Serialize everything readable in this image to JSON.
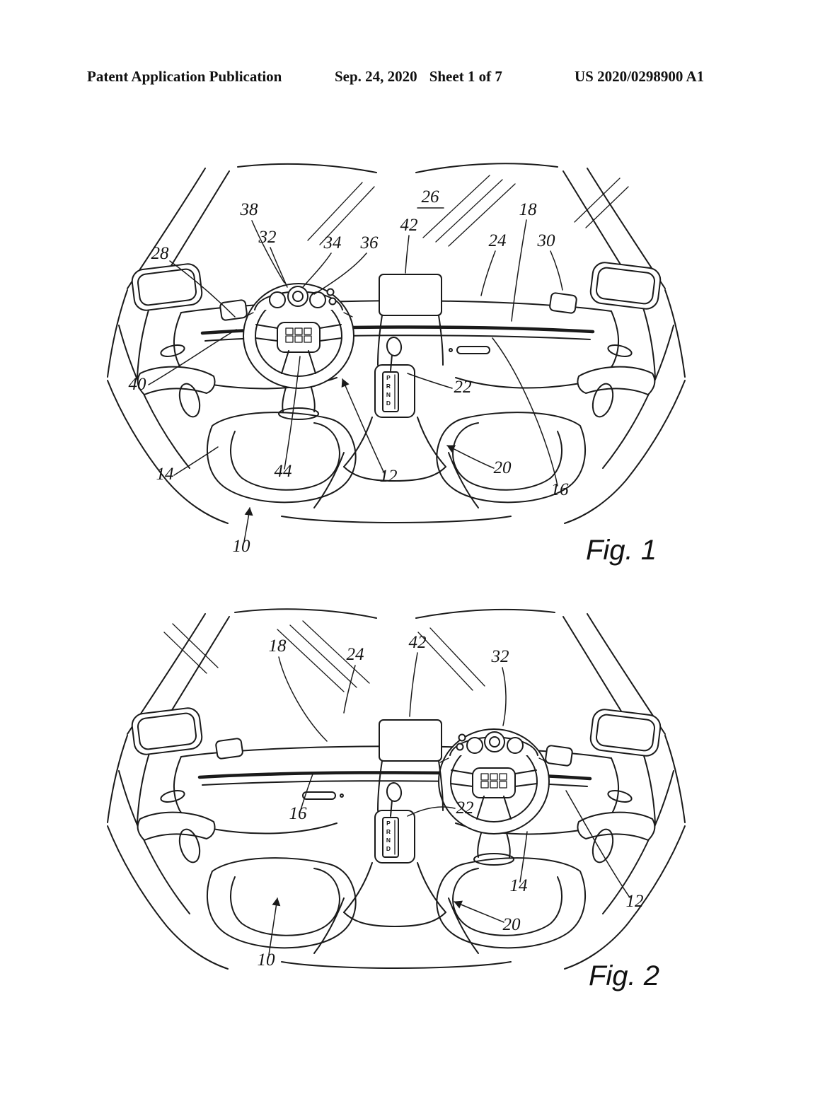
{
  "header": {
    "publication": "Patent Application Publication",
    "date": "Sep. 24, 2020",
    "sheet": "Sheet 1 of 7",
    "patent_number": "US 2020/0298900 A1"
  },
  "fig1": {
    "caption": "Fig. 1",
    "gear_label": "PRND",
    "labels": {
      "n10": "10",
      "n12": "12",
      "n14": "14",
      "n16": "16",
      "n18": "18",
      "n20": "20",
      "n22": "22",
      "n24": "24",
      "n26": "26",
      "n28": "28",
      "n30": "30",
      "n32": "32",
      "n34": "34",
      "n36": "36",
      "n38": "38",
      "n40": "40",
      "n42": "42",
      "n44": "44"
    }
  },
  "fig2": {
    "caption": "Fig. 2",
    "gear_label": "PRND",
    "labels": {
      "n10": "10",
      "n12": "12",
      "n14": "14",
      "n16": "16",
      "n18": "18",
      "n20": "20",
      "n22": "22",
      "n24": "24",
      "n32": "32",
      "n42": "42"
    }
  }
}
